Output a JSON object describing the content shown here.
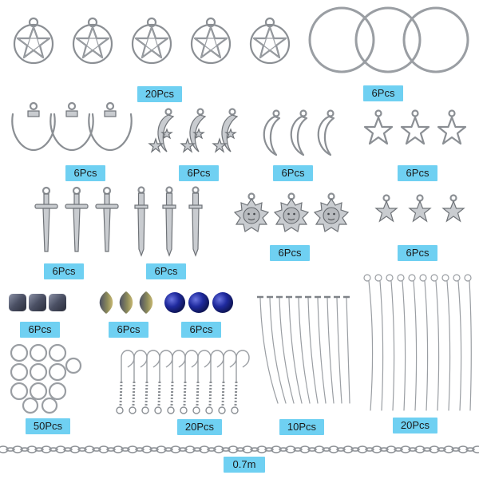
{
  "kit": {
    "items": [
      {
        "id": "pentagram-pendants",
        "icon": "pentagram-charm-icon",
        "qty": "20Pcs"
      },
      {
        "id": "round-frames",
        "icon": "ring-frame-icon",
        "qty": "6Pcs"
      },
      {
        "id": "crescent-charms",
        "icon": "crescent-horn-icon",
        "qty": "6Pcs"
      },
      {
        "id": "moon-star-charms",
        "icon": "moon-star-charm-icon",
        "qty": "6Pcs"
      },
      {
        "id": "moon-charms",
        "icon": "moon-charm-icon",
        "qty": "6Pcs"
      },
      {
        "id": "star-outline-charms",
        "icon": "star-outline-charm-icon",
        "qty": "6Pcs"
      },
      {
        "id": "dagger-charms",
        "icon": "dagger-charm-icon",
        "qty": "6Pcs"
      },
      {
        "id": "sword-charms",
        "icon": "sword-charm-icon",
        "qty": "6Pcs"
      },
      {
        "id": "sun-face-charms",
        "icon": "sun-face-charm-icon",
        "qty": "6Pcs"
      },
      {
        "id": "small-star-charms",
        "icon": "small-star-charm-icon",
        "qty": "6Pcs"
      },
      {
        "id": "hematite-cube-beads",
        "icon": "hematite-bead-icon",
        "qty": "6Pcs"
      },
      {
        "id": "teardrop-beads",
        "icon": "teardrop-bead-icon",
        "qty": "6Pcs"
      },
      {
        "id": "blue-glass-beads",
        "icon": "glass-bead-icon",
        "qty": "6Pcs"
      },
      {
        "id": "head-pins",
        "icon": "head-pin-icon",
        "qty": "10Pcs"
      },
      {
        "id": "jump-rings",
        "icon": "jump-ring-icon",
        "qty": "50Pcs"
      },
      {
        "id": "earring-hooks",
        "icon": "earring-hook-icon",
        "qty": "20Pcs"
      },
      {
        "id": "eye-pins",
        "icon": "eye-pin-icon",
        "qty": "20Pcs"
      },
      {
        "id": "cable-chain",
        "icon": "cable-chain-icon",
        "qty": "0.7m"
      }
    ]
  },
  "colors": {
    "badge": "#6fd0f2",
    "metal": "#8b8f94",
    "hematite": "#4a4f63",
    "glass_blue": "#1f2a9e"
  }
}
